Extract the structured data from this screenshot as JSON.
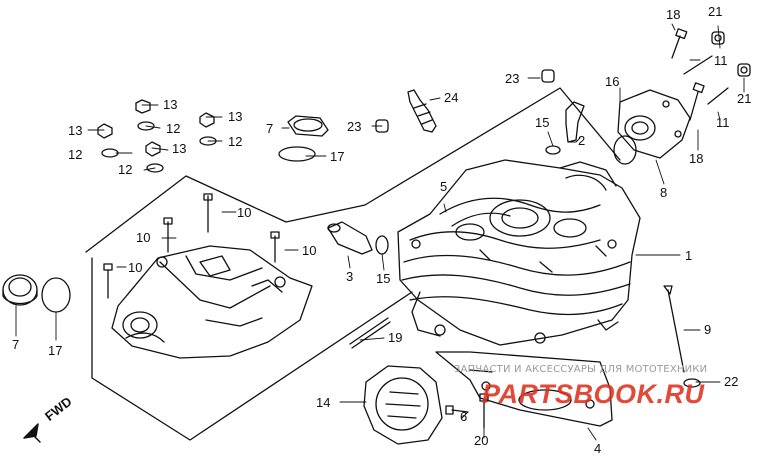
{
  "labels": {
    "l1": "1",
    "l2": "2",
    "l3": "3",
    "l4": "4",
    "l5": "5",
    "l6": "6",
    "l7a": "7",
    "l7b": "7",
    "l8": "8",
    "l9": "9",
    "l10a": "10",
    "l10b": "10",
    "l10c": "10",
    "l10d": "10",
    "l11a": "11",
    "l11b": "11",
    "l12a": "12",
    "l12b": "12",
    "l12c": "12",
    "l12d": "12",
    "l13a": "13",
    "l13b": "13",
    "l13c": "13",
    "l13d": "13",
    "l14": "14",
    "l15a": "15",
    "l15b": "15",
    "l16": "16",
    "l17a": "17",
    "l17b": "17",
    "l18a": "18",
    "l18b": "18",
    "l19": "19",
    "l20": "20",
    "l21a": "21",
    "l21b": "21",
    "l22": "22",
    "l23a": "23",
    "l23b": "23",
    "l24": "24"
  },
  "direction_label": "FWD",
  "watermark": {
    "caption": "ЗАПЧАСТИ И АКСЕССУАРЫ ДЛЯ МОТОТЕХНИКИ",
    "brand": "PARTSBOOK.RU"
  }
}
